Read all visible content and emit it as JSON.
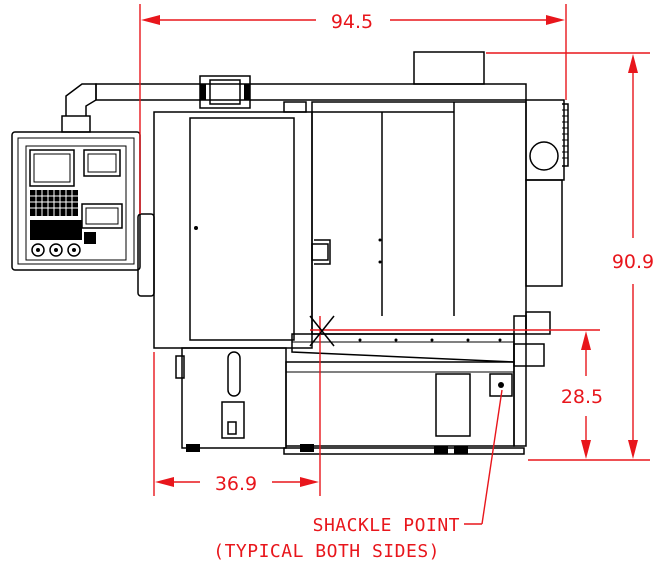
{
  "colors": {
    "dimension": "#e8161c",
    "outline": "#000000",
    "background": "#ffffff"
  },
  "dimensions": {
    "overall_width": "94.5",
    "overall_height": "90.9",
    "shackle_height": "28.5",
    "shackle_offset": "36.9"
  },
  "note": {
    "line1": "SHACKLE POINT",
    "line2": "(TYPICAL BOTH SIDES)"
  }
}
